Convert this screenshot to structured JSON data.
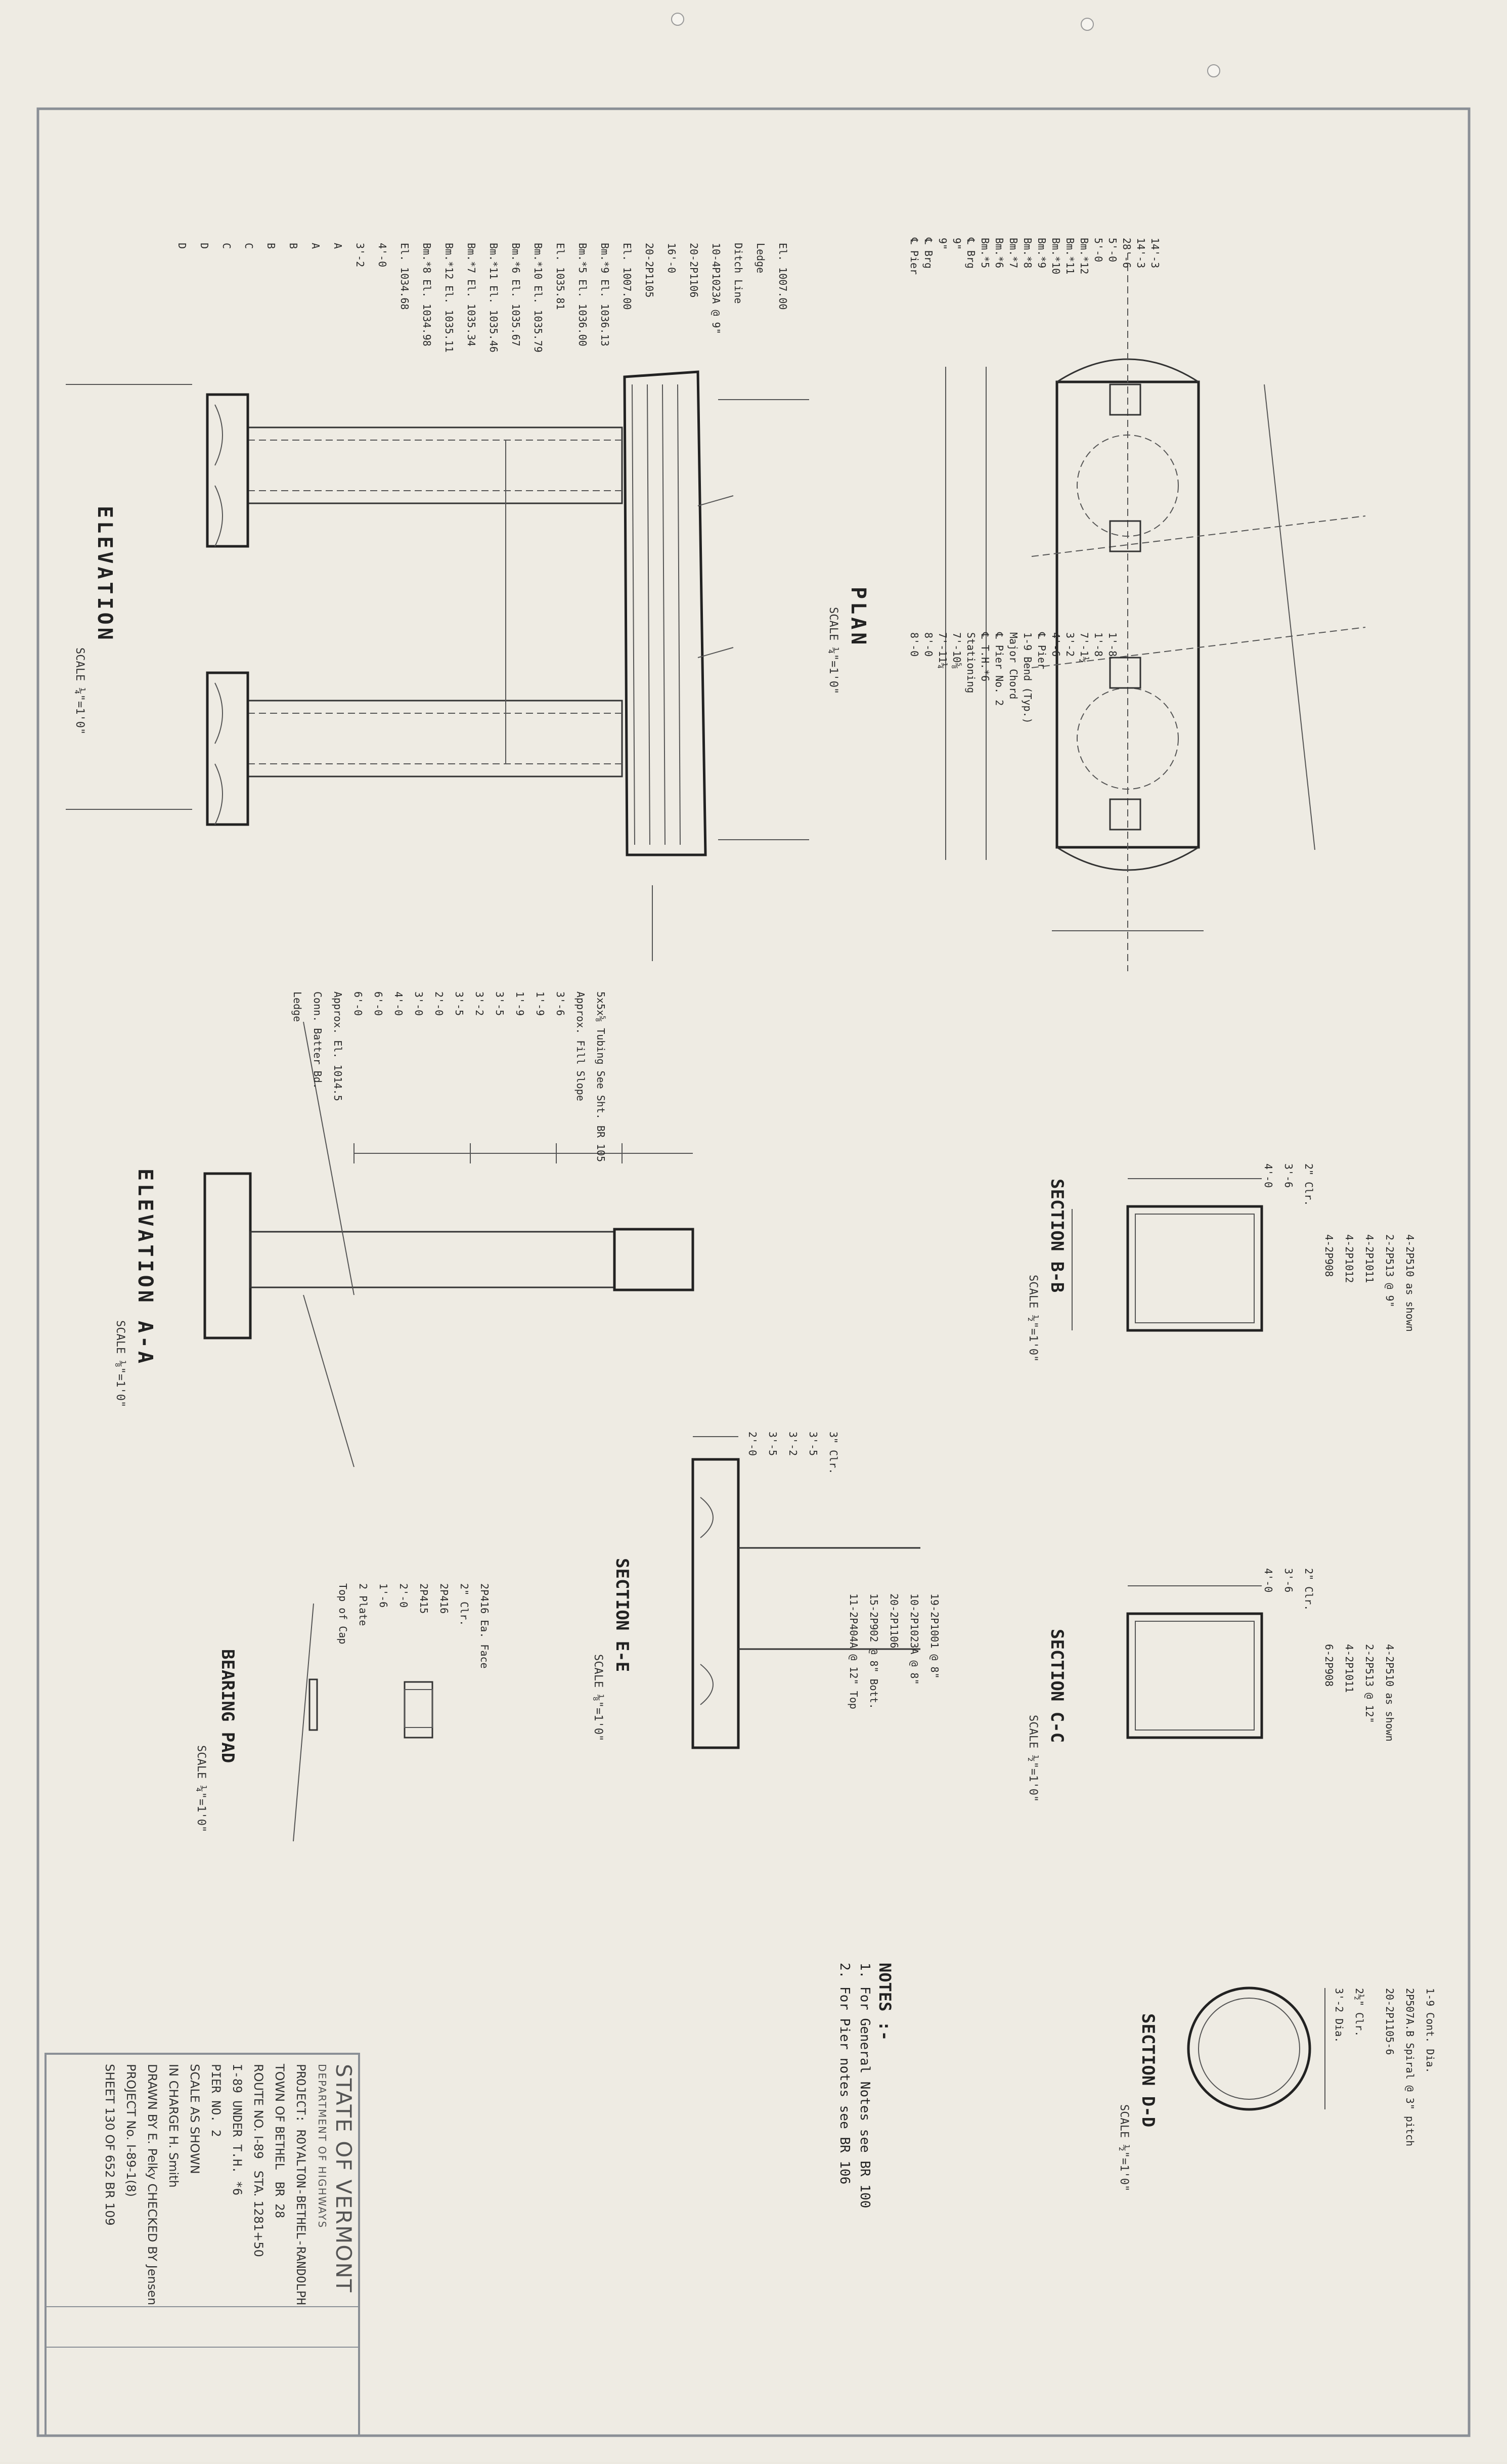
{
  "plan": {
    "title": "PLAN",
    "scale": "SCALE ¼\"=1'0\"",
    "labels": [
      "℄ Pier",
      "℄ Brg",
      "9\"",
      "9\"",
      "℄ Brg",
      "Bm.*5",
      "Bm.*6",
      "Bm.*7",
      "Bm.*8",
      "Bm.*9",
      "Bm.*10",
      "Bm.*11",
      "Bm.*12",
      "5'-0",
      "5'-0",
      "28'-6",
      "14'-3",
      "14'-3",
      "8'-0",
      "8'-0",
      "7'-11¼",
      "7'-10⅝",
      "Stationing",
      "℄ T.H.*6",
      "℄ Pier No. 2",
      "Major Chord",
      "1-9 Bend (Typ.)",
      "℄ Pier",
      "4'-6",
      "3'-2",
      "7'-1½",
      "1'-8",
      "1'-8"
    ]
  },
  "elevation": {
    "title": "ELEVATION",
    "scale": "SCALE ¼\"=1'0\"",
    "labels": [
      "El. 1007.00",
      "Ledge",
      "Ditch Line",
      "10-4P1023A @ 9\"",
      "20-2P1106",
      "16'-0",
      "20-2P1105",
      "El. 1007.00",
      "Bm.*9 El. 1036.13",
      "Bm.*5 El. 1036.00",
      "El. 1035.81",
      "Bm.*10 El. 1035.79",
      "Bm.*6 El. 1035.67",
      "Bm.*11 El. 1035.46",
      "Bm.*7 El. 1035.34",
      "Bm.*12 El. 1035.11",
      "Bm.*8 El. 1034.98",
      "El. 1034.68",
      "4'-0",
      "3'-2",
      "A",
      "A",
      "B",
      "B",
      "C",
      "C",
      "D",
      "D"
    ]
  },
  "elevation_aa": {
    "title": "ELEVATION A-A",
    "scale": "SCALE ⅛\"=1'0\"",
    "labels": [
      "Ledge",
      "Conn. Batter Bd.",
      "Approx. El. 1014.5",
      "6'-0",
      "6'-0",
      "4'-0",
      "3'-0",
      "2'-0",
      "3'-5",
      "3'-2",
      "3'-5",
      "1'-9",
      "1'-9",
      "3'-6",
      "Approx. Fill Slope",
      "5x5x⅝ Tubing See Sht. BR 105"
    ]
  },
  "section_bb": {
    "title": "SECTION B-B",
    "scale": "SCALE ½\"=1'0\"",
    "dims": [
      "4'-0",
      "3'-6",
      "2\" Clr."
    ],
    "labels": [
      "4-2P908",
      "4-2P1012",
      "4-2P1011",
      "2-2P513 @ 9\"",
      "4-2P510 as shown"
    ]
  },
  "section_cc": {
    "title": "SECTION C-C",
    "scale": "SCALE ½\"=1'0\"",
    "dims": [
      "4'-0",
      "3'-6",
      "2\" Clr."
    ],
    "labels": [
      "6-2P908",
      "4-2P1011",
      "2-2P513 @ 12\"",
      "4-2P510 as shown"
    ]
  },
  "section_dd": {
    "title": "SECTION D-D",
    "scale": "SCALE ½\"=1'0\"",
    "dims": [
      "3'-2 Dia.",
      "2½\" Clr."
    ],
    "labels": [
      "20-2P1105-6",
      "2P507A.B Spiral @ 3\" pitch",
      "1-9 Cont. Dia."
    ]
  },
  "section_ee": {
    "title": "SECTION E-E",
    "scale": "SCALE ⅛\"=1'0\"",
    "dims": [
      "2'-0",
      "3'-5",
      "3'-2",
      "3'-5",
      "3\" Clr."
    ],
    "labels": [
      "11-2P404A @ 12\" Top",
      "15-2P902 @ 8\" Bott.",
      "20-2P1106",
      "10-2P1023A @ 8\"",
      "19-2P1001 @ 8\""
    ]
  },
  "bearing_pad": {
    "title": "BEARING PAD",
    "scale": "SCALE ¼\"=1'0\"",
    "labels": [
      "Top of Cap",
      "2 Plate",
      "1'-6",
      "2'-0",
      "2P415",
      "2P416",
      "2\" Clr.",
      "2P416 Ea. Face"
    ]
  },
  "notes": {
    "heading": "NOTES :-",
    "items": [
      "1. For General Notes see BR 100",
      "2. For Pier notes see BR 106"
    ]
  },
  "title_block": {
    "state": "STATE OF VERMONT",
    "department": "DEPARTMENT OF HIGHWAYS",
    "project_line": "PROJECT: ROYALTON-BETHEL-RANDOLPH",
    "town_label": "TOWN OF",
    "town": "BETHEL",
    "bridge": "BR 28",
    "route_label": "ROUTE NO.",
    "route": "I-89",
    "sta_label": "STA.",
    "sta": "1281+50",
    "desc1": "I-89 UNDER T.H. *6",
    "desc2": "PIER NO. 2",
    "scale_label": "SCALE",
    "scale": "AS SHOWN",
    "in_charge_label": "IN CHARGE",
    "in_charge": "H. Smith",
    "drawn_label": "DRAWN BY",
    "drawn": "E. Pelky",
    "checked_label": "CHECKED BY",
    "checked": "Jensen",
    "project_no_label": "PROJECT No.",
    "project_no": "I-89-1(8)",
    "sheet_label": "SHEET",
    "sheet": "130",
    "of_label": "OF",
    "of": "652",
    "sheet_code": "BR 109"
  }
}
